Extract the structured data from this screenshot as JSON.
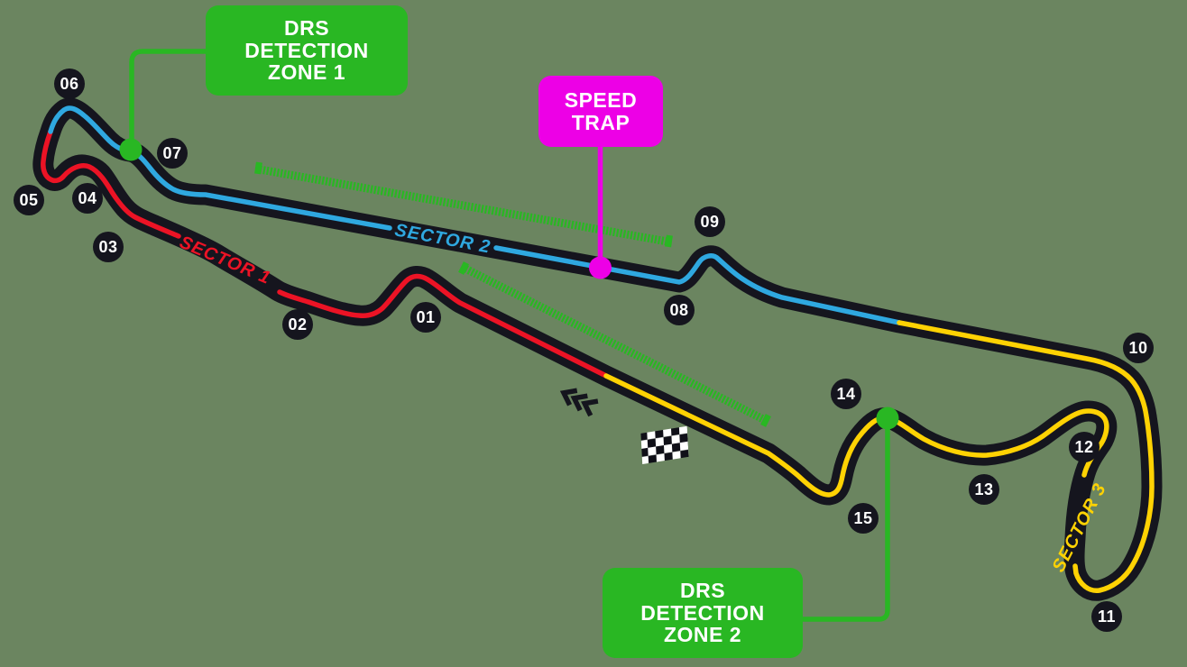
{
  "colors": {
    "background": "#6b8560",
    "track": "#15151e",
    "sector1": "#ec1325",
    "sector2": "#2fa8e0",
    "sector3": "#ffd203",
    "drs_green": "#29b723",
    "speed_trap_magenta": "#ed00e6",
    "label_text": "#ffffff"
  },
  "turns": [
    {
      "number": "01"
    },
    {
      "number": "02"
    },
    {
      "number": "03"
    },
    {
      "number": "04"
    },
    {
      "number": "05"
    },
    {
      "number": "06"
    },
    {
      "number": "07"
    },
    {
      "number": "08"
    },
    {
      "number": "09"
    },
    {
      "number": "10"
    },
    {
      "number": "11"
    },
    {
      "number": "12"
    },
    {
      "number": "13"
    },
    {
      "number": "14"
    },
    {
      "number": "15"
    }
  ],
  "sector_labels": [
    {
      "label": "SECTOR 1"
    },
    {
      "label": "SECTOR 2"
    },
    {
      "label": "SECTOR 3"
    }
  ],
  "callouts": {
    "drs_zone_1": {
      "lines": [
        "DRS",
        "DETECTION",
        "ZONE 1"
      ]
    },
    "drs_zone_2": {
      "lines": [
        "DRS",
        "DETECTION",
        "ZONE 2"
      ]
    },
    "speed_trap": {
      "lines": [
        "SPEED",
        "TRAP"
      ]
    }
  },
  "icons": [
    {
      "name": "checkered-flag-icon",
      "meaning": "start-finish line"
    },
    {
      "name": "direction-arrows-icon",
      "meaning": "race direction"
    },
    {
      "name": "drs-detection-point-1"
    },
    {
      "name": "drs-detection-point-2"
    },
    {
      "name": "speed-trap-point"
    }
  ]
}
